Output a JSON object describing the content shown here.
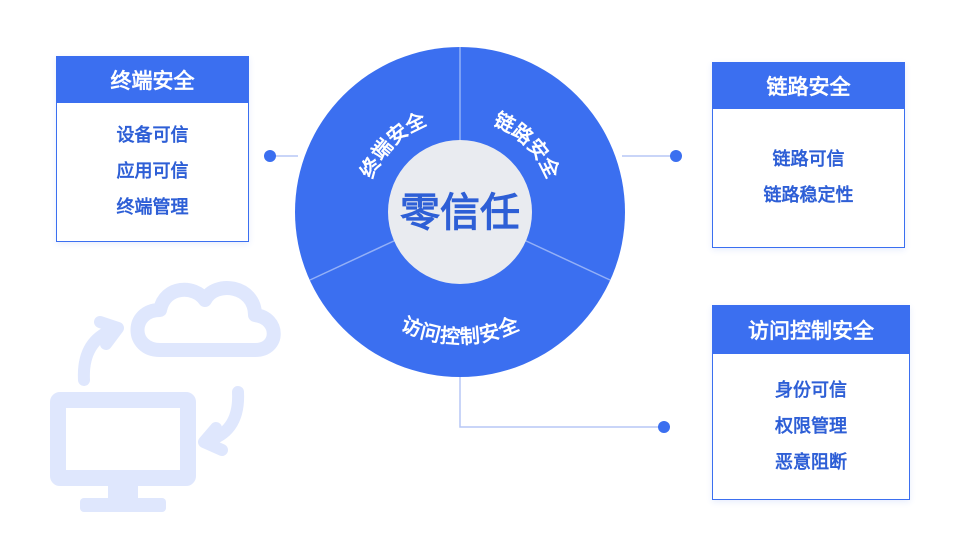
{
  "center": {
    "label": "零信任"
  },
  "segments": [
    {
      "label": "终端安全"
    },
    {
      "label": "链路安全"
    },
    {
      "label": "访问控制安全"
    }
  ],
  "cards": {
    "endpoint": {
      "title": "终端安全",
      "items": [
        "设备可信",
        "应用可信",
        "终端管理"
      ]
    },
    "link": {
      "title": "链路安全",
      "items": [
        "链路可信",
        "链路稳定性"
      ]
    },
    "access": {
      "title": "访问控制安全",
      "items": [
        "身份可信",
        "权限管理",
        "恶意阻断"
      ]
    }
  },
  "colors": {
    "accent": "#3b6ff0",
    "accent_dark": "#2e5fd6",
    "center_fill": "#e9ebf0",
    "illustration": "#dfe7fd"
  },
  "icons": [
    "cloud-icon",
    "computer-monitor-icon",
    "sync-arrows-icon"
  ]
}
